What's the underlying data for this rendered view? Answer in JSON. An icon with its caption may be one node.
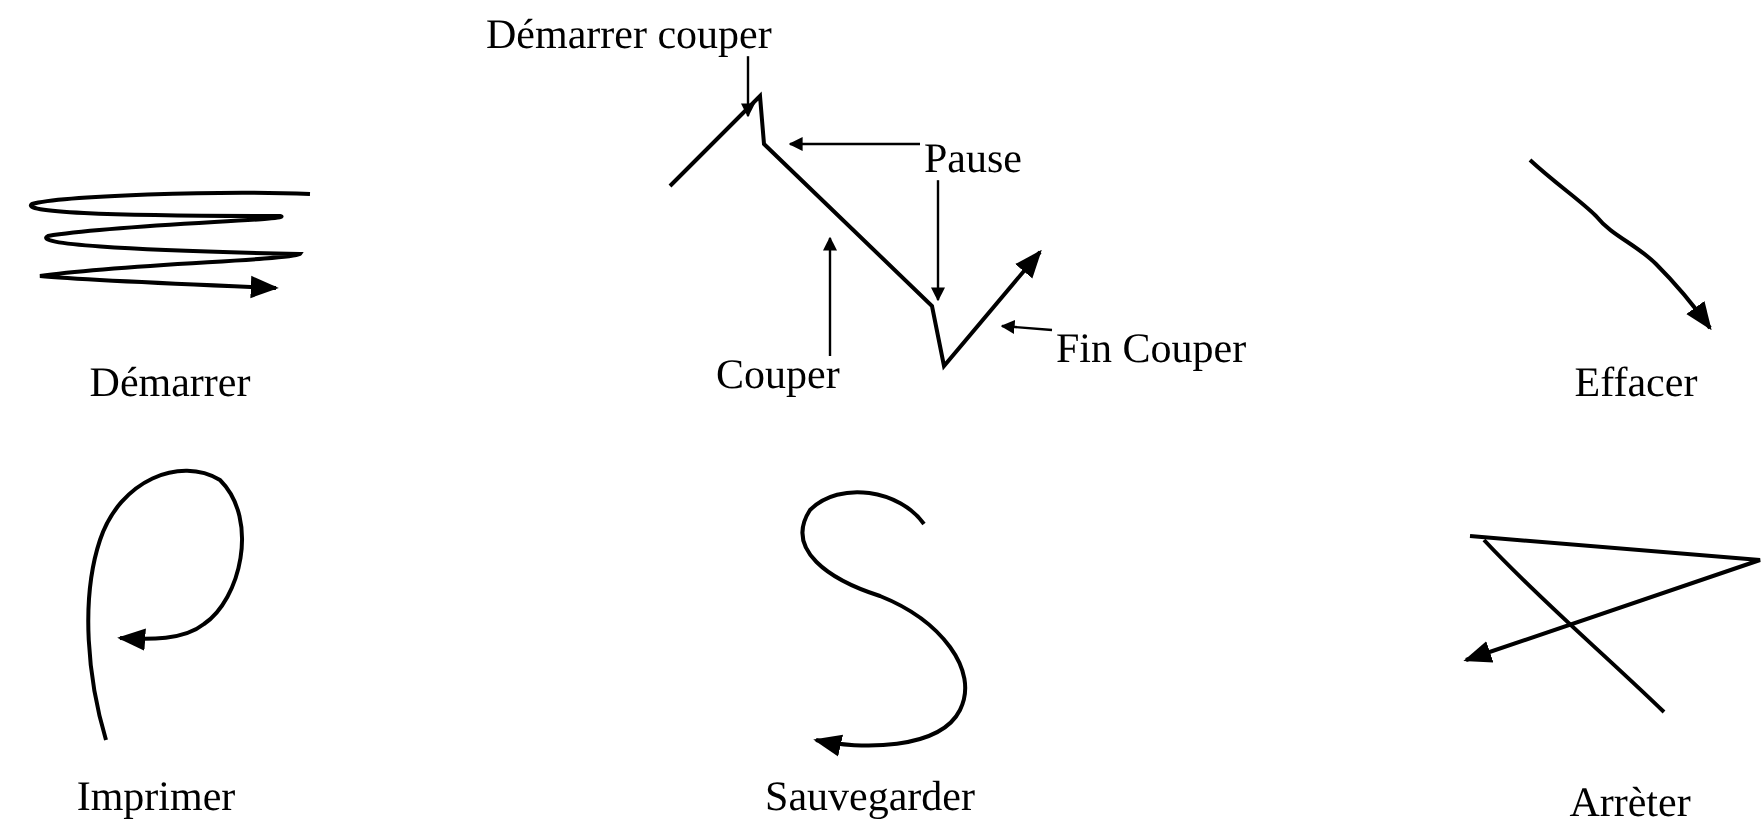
{
  "diagram": {
    "nodes": [
      {
        "text": [
          "Démarrer couper"
        ]
      },
      {
        "text": [
          "Pause"
        ]
      },
      {
        "text": [
          "Couper"
        ]
      },
      {
        "text": [
          "Fin Couper"
        ]
      }
    ],
    "edges": [
      {
        "from": 0,
        "to": null,
        "arrow": "to"
      },
      {
        "from": 1,
        "to": null,
        "arrow": "to"
      },
      {
        "from": 1,
        "to": null,
        "arrow": "to"
      },
      {
        "from": 2,
        "to": null,
        "arrow": "to"
      },
      {
        "from": 3,
        "to": null,
        "arrow": "to"
      }
    ],
    "labels": [
      "Démarrer",
      "Effacer",
      "Imprimer",
      "Sauvegarder",
      "Arrèter"
    ]
  }
}
